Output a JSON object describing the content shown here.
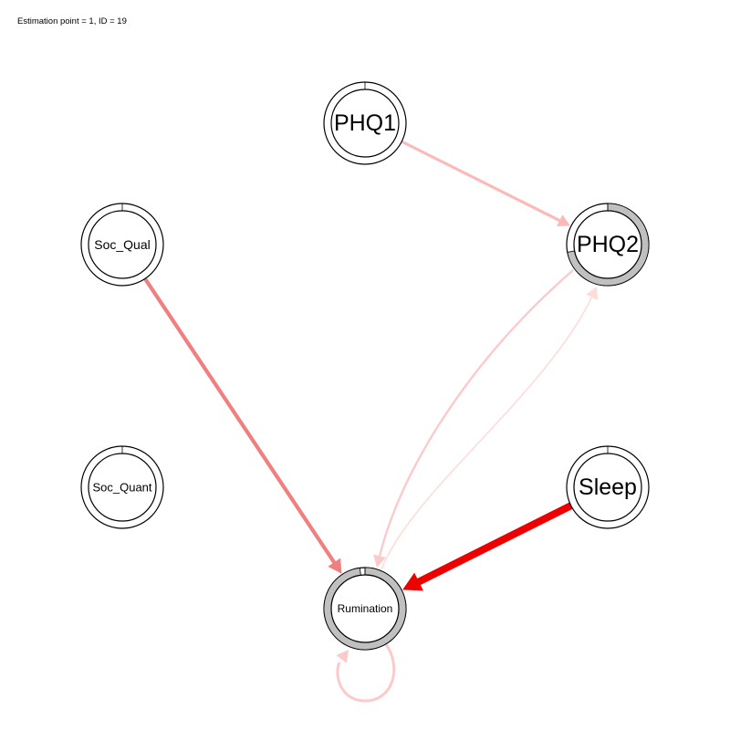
{
  "title": "Estimation point = 1, ID = 19",
  "nodes": [
    {
      "id": "PHQ1",
      "label": "PHQ1",
      "pie": 0.0
    },
    {
      "id": "PHQ2",
      "label": "PHQ2",
      "pie": 0.72
    },
    {
      "id": "Soc_Qual",
      "label": "Soc_Qual",
      "pie": 0.0
    },
    {
      "id": "Soc_Quant",
      "label": "Soc_Quant",
      "pie": 0.0
    },
    {
      "id": "Sleep",
      "label": "Sleep",
      "pie": 0.0
    },
    {
      "id": "Rumination",
      "label": "Rumination",
      "pie": 0.98
    }
  ],
  "edges": [
    {
      "from": "PHQ1",
      "to": "PHQ2",
      "color": "#FBB9B9"
    },
    {
      "from": "Soc_Qual",
      "to": "Rumination",
      "color": "#F08080"
    },
    {
      "from": "Sleep",
      "to": "Rumination",
      "color": "#EE0000"
    },
    {
      "from": "PHQ2",
      "to": "Rumination",
      "color": "#FCCACA"
    },
    {
      "from": "Rumination",
      "to": "PHQ2",
      "color": "#FDDCDC"
    },
    {
      "from": "Rumination",
      "to": "Rumination",
      "color": "#FCCACA"
    }
  ],
  "colors": {
    "pie_fill": "#C0C0C0",
    "node_border": "#000000"
  }
}
